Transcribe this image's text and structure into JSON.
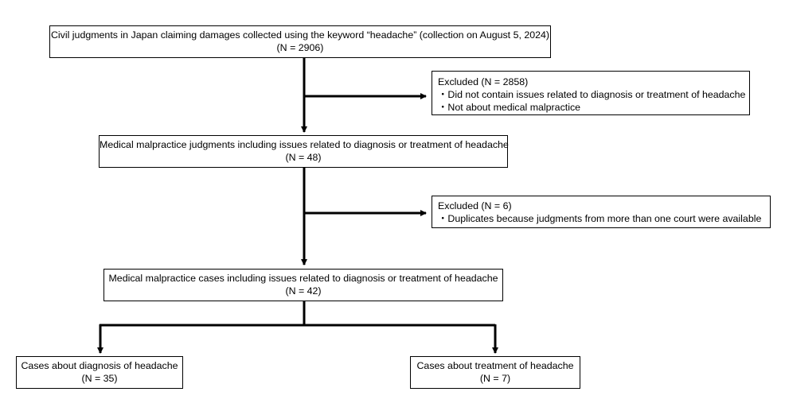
{
  "boxes": {
    "collected": {
      "line1": "Civil judgments in Japan claiming damages collected using the keyword “headache” (collection on August 5, 2024)",
      "line2": "(N = 2906)"
    },
    "excluded1": {
      "title": "Excluded (N = 2858)",
      "items": [
        "・Did not contain issues related to diagnosis or treatment of headache",
        "・Not about medical malpractice"
      ]
    },
    "judgments": {
      "line1": "Medical malpractice judgments including issues related to diagnosis or treatment of headache",
      "line2": "(N = 48)"
    },
    "excluded2": {
      "title": "Excluded (N = 6)",
      "items": [
        "・Duplicates because judgments from more than one court were available"
      ]
    },
    "cases": {
      "line1": "Medical malpractice cases including issues related to diagnosis or treatment of headache",
      "line2": "(N = 42)"
    },
    "diagnosis": {
      "line1": "Cases about diagnosis of headache",
      "line2": "(N = 35)"
    },
    "treatment": {
      "line1": "Cases about treatment of headache",
      "line2": "(N = 7)"
    }
  }
}
